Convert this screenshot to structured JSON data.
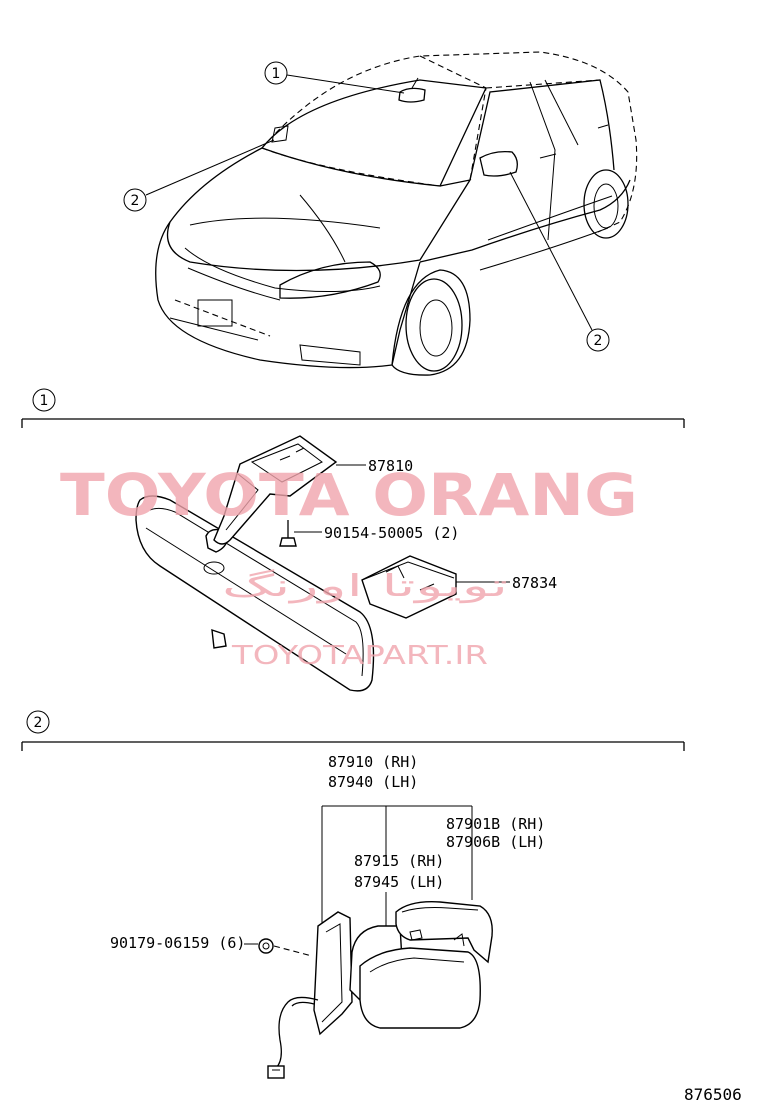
{
  "callouts": {
    "c1": "1",
    "c2": "2"
  },
  "section1": {
    "labels": {
      "p87810": "87810",
      "p90154": "90154-50005 (2)",
      "p87834": "87834"
    }
  },
  "section2": {
    "labels": {
      "p87910": "87910 (RH)",
      "p87940": "87940 (LH)",
      "p87901": "87901B (RH)",
      "p87906": "87906B (LH)",
      "p87915": "87915 (RH)",
      "p87945": "87945 (LH)",
      "p90179": "90179-06159 (6)"
    }
  },
  "watermark": {
    "line1": "TOYOTA ORANG",
    "line2": "تویوتا اورنگ",
    "line3": "TOYOTAPART.IR"
  },
  "footer": {
    "code": "876506"
  },
  "colors": {
    "watermark": "#f1a5ad",
    "ink": "#000000"
  }
}
